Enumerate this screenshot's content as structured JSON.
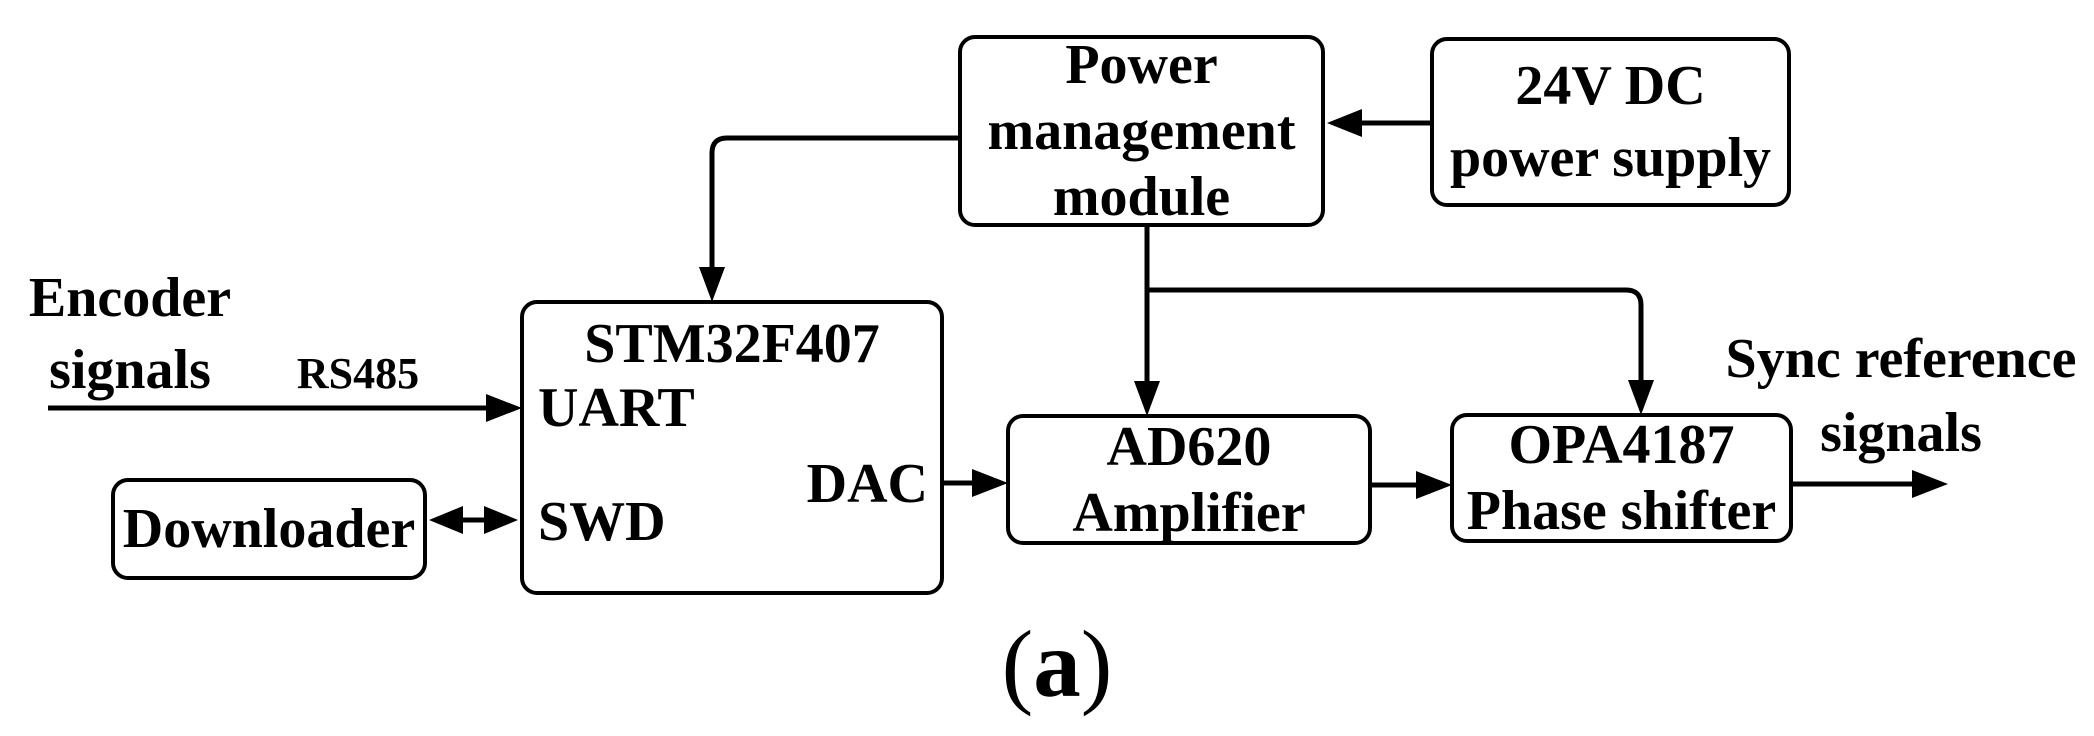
{
  "colors": {
    "ink": "#000000",
    "paper": "#ffffff"
  },
  "boxes": {
    "power_mgmt": {
      "label": "Power\nmanagement\nmodule"
    },
    "dc24": {
      "label": "24V DC\npower supply"
    },
    "stm32": {
      "title": "STM32F407",
      "port_uart": "UART",
      "port_swd": "SWD",
      "port_dac": "DAC"
    },
    "downloader": {
      "label": "Downloader"
    },
    "ad620": {
      "label": "AD620\nAmplifier"
    },
    "opa4187": {
      "label": "OPA4187\nPhase shifter"
    }
  },
  "labels": {
    "encoder": "Encoder\nsignals",
    "rs485": "RS485",
    "sync_ref": "Sync reference\nsignals"
  },
  "figure": {
    "caption_open": "(",
    "caption_letter": "a",
    "caption_close": ")"
  },
  "connections": [
    {
      "from": "24V DC power supply",
      "to": "Power management module",
      "type": "arrow"
    },
    {
      "from": "Power management module",
      "to": "STM32F407",
      "type": "arrow"
    },
    {
      "from": "Power management module",
      "to": "AD620 Amplifier",
      "type": "arrow"
    },
    {
      "from": "Power management module",
      "to": "OPA4187 Phase shifter",
      "type": "arrow"
    },
    {
      "from": "Encoder signals",
      "to": "STM32F407 UART",
      "label": "RS485",
      "type": "arrow"
    },
    {
      "from": "Downloader",
      "to": "STM32F407 SWD",
      "type": "double-arrow"
    },
    {
      "from": "STM32F407 DAC",
      "to": "AD620 Amplifier",
      "type": "arrow"
    },
    {
      "from": "AD620 Amplifier",
      "to": "OPA4187 Phase shifter",
      "type": "arrow"
    },
    {
      "from": "OPA4187 Phase shifter",
      "to": "Sync reference signals",
      "type": "arrow"
    }
  ]
}
